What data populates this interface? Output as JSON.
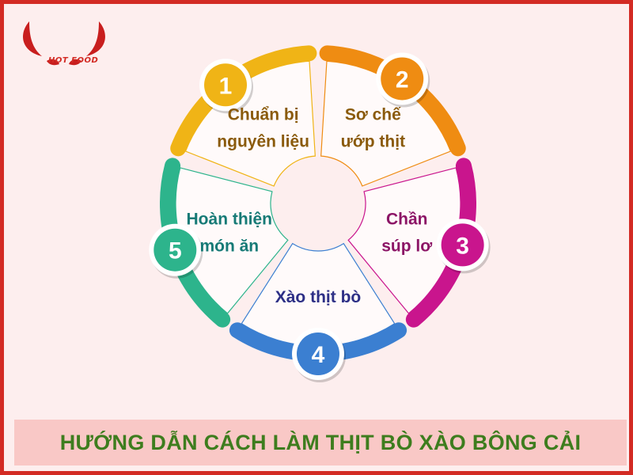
{
  "brand": {
    "logo_text": "HOT FOOD"
  },
  "steps": [
    {
      "number": "1",
      "lines": [
        "Chuẩn bị",
        "nguyên liệu"
      ],
      "color": "#f0b416",
      "text_color": "#8a5a0b"
    },
    {
      "number": "2",
      "lines": [
        "Sơ chế",
        "ướp thịt"
      ],
      "color": "#ef8c12",
      "text_color": "#8a5a0b"
    },
    {
      "number": "3",
      "lines": [
        "Chần",
        "súp lơ"
      ],
      "color": "#c9158d",
      "text_color": "#8c1566"
    },
    {
      "number": "4",
      "lines": [
        "Xào thịt bò"
      ],
      "color": "#3b7fd1",
      "text_color": "#2d2f86"
    },
    {
      "number": "5",
      "lines": [
        "Hoàn thiện",
        "món ăn"
      ],
      "color": "#2db48c",
      "text_color": "#167a76"
    }
  ],
  "banner": {
    "title": "HƯỚNG DẪN CÁCH LÀM THỊT BÒ XÀO BÔNG CẢI"
  }
}
